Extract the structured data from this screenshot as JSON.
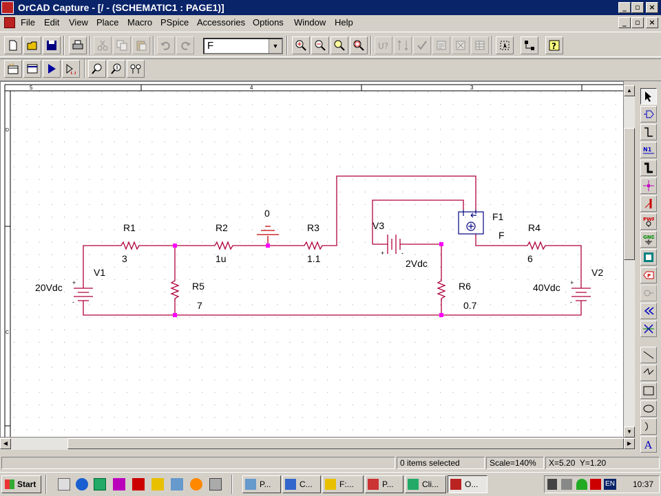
{
  "window": {
    "title": "OrCAD Capture - [/ - (SCHEMATIC1 : PAGE1)]",
    "controls": [
      "_",
      "▫",
      "×"
    ]
  },
  "menu": {
    "items": [
      "File",
      "Edit",
      "View",
      "Place",
      "Macro",
      "PSpice",
      "Accessories",
      "Options",
      "Window",
      "Help"
    ]
  },
  "toolbar": {
    "part_combo_value": "F"
  },
  "border_zones": {
    "top": [
      "5",
      "4",
      "3"
    ],
    "left": [
      "D",
      "C"
    ]
  },
  "schematic": {
    "ground": {
      "label": "0"
    },
    "parts": [
      {
        "ref": "R1",
        "value": "3"
      },
      {
        "ref": "R2",
        "value": "1u"
      },
      {
        "ref": "R3",
        "value": "1.1"
      },
      {
        "ref": "R4",
        "value": "6"
      },
      {
        "ref": "R5",
        "value": "7"
      },
      {
        "ref": "R6",
        "value": "0.7"
      },
      {
        "ref": "V1",
        "value": "20Vdc"
      },
      {
        "ref": "V2",
        "value": "40Vdc"
      },
      {
        "ref": "V3",
        "value": "2Vdc"
      },
      {
        "ref": "F1",
        "value": "F"
      }
    ],
    "colors": {
      "wire": "#b0003a",
      "part": "#b0003a",
      "junction": "#ff00ff",
      "label": "#000080",
      "ground": "#c00000"
    }
  },
  "palette": {
    "labels": {
      "net_alias": "N1",
      "power": "PWR",
      "ground": "GND"
    }
  },
  "status": {
    "selection": "0 items selected",
    "scale": "Scale=140%",
    "coords": "X=5.20  Y=1.20"
  },
  "taskbar": {
    "start_label": "Start",
    "tasks": [
      "P...",
      "C...",
      "F:...",
      "P...",
      "Cli...",
      "O..."
    ],
    "tray": {
      "lang": "EN",
      "clock": "10:37"
    }
  }
}
